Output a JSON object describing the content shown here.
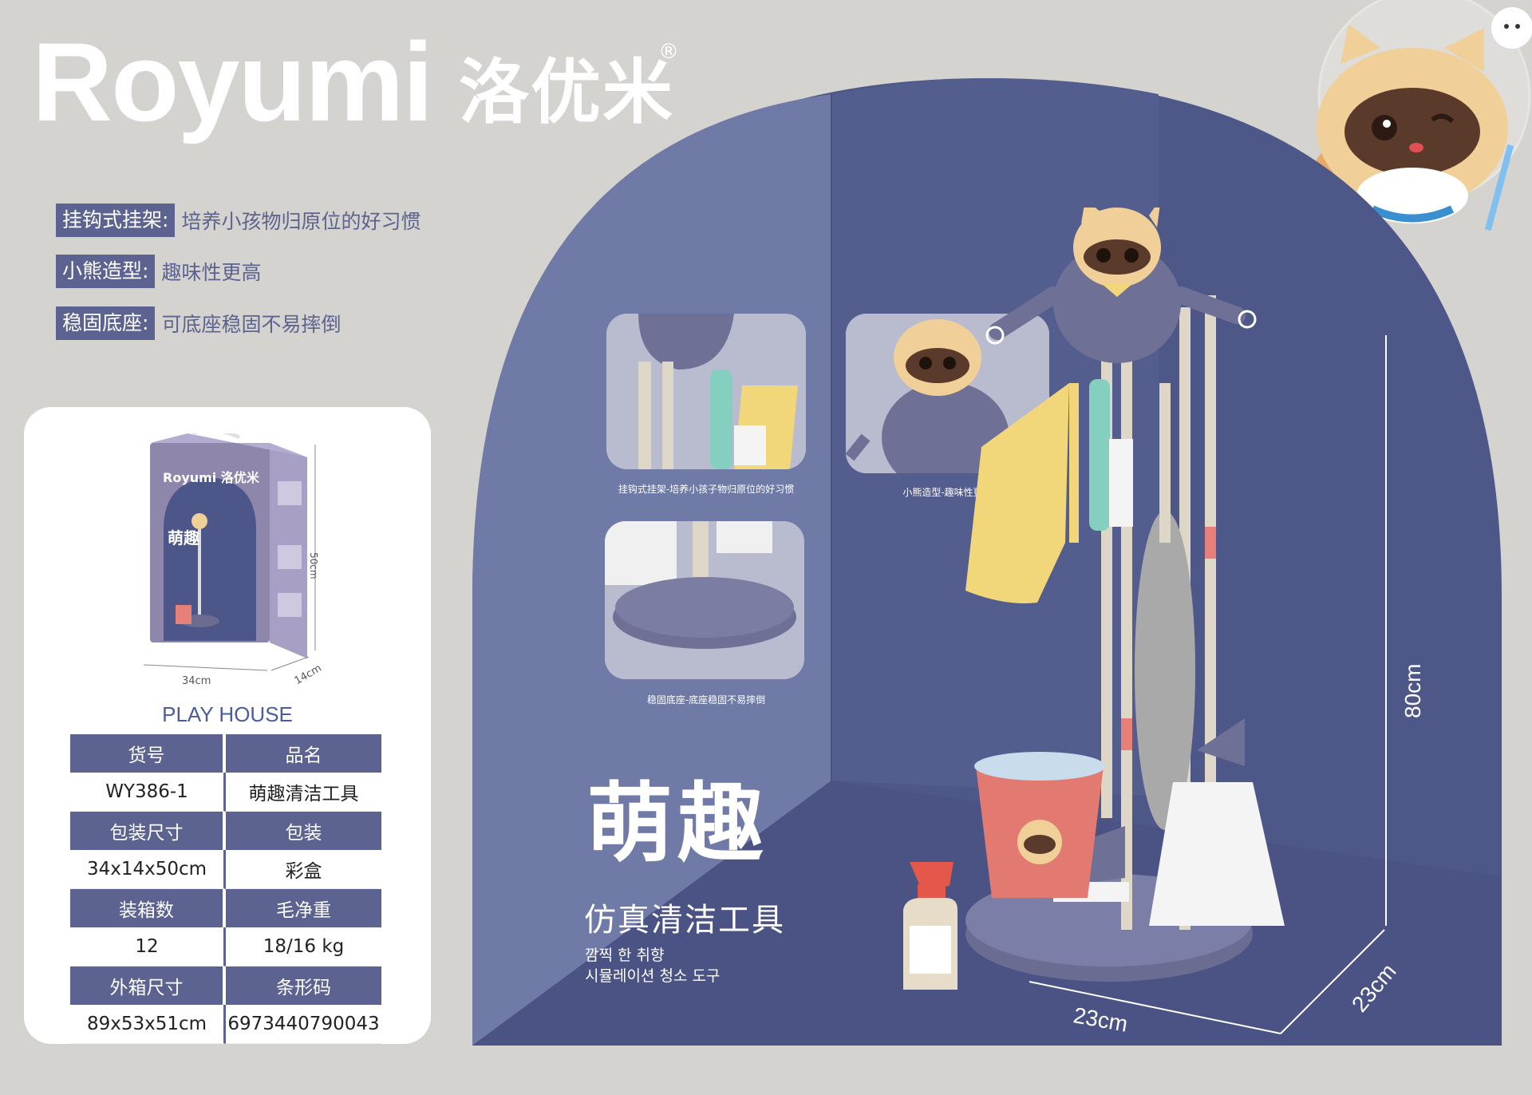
{
  "brand": {
    "name_en": "Royumi",
    "name_zh": "洛优米",
    "reg": "®"
  },
  "features": [
    {
      "tag": "挂钩式挂架:",
      "desc": "培养小孩物归原位的好习惯"
    },
    {
      "tag": "小熊造型:",
      "desc": "趣味性更高"
    },
    {
      "tag": "稳固底座:",
      "desc": "可底座稳固不易摔倒"
    }
  ],
  "package": {
    "brand_small": "Royumi 洛优米",
    "product_small": "萌趣",
    "dims": {
      "w": "34cm",
      "d": "14cm",
      "h": "50cm"
    }
  },
  "play_house": "PLAY HOUSE",
  "spec": [
    {
      "h1": "货号",
      "h2": "品名",
      "v1": "WY386-1",
      "v2": "萌趣清洁工具"
    },
    {
      "h1": "包装尺寸",
      "h2": "包装",
      "v1": "34x14x50cm",
      "v2": "彩盒"
    },
    {
      "h1": "装箱数",
      "h2": "毛净重",
      "v1": "12",
      "v2": "18/16 kg"
    },
    {
      "h1": "外箱尺寸",
      "h2": "条形码",
      "v1": "89x53x51cm",
      "v2": "6973440790043"
    }
  ],
  "captions": {
    "hook": "挂钩式挂架-培养小孩子物归原位的好习惯",
    "bear": "小熊造型-趣味性更高",
    "base": "稳固底座-底座稳固不易摔倒"
  },
  "title": {
    "main": "萌趣",
    "sub": "仿真清洁工具",
    "kr1": "깜찍 한 취향",
    "kr2": "시뮬레이션 청소 도구"
  },
  "dimensions": {
    "height": "80cm",
    "width": "23cm",
    "depth": "23cm"
  },
  "colors": {
    "bg": "#d4d3cf",
    "stage": "#545d8e",
    "accent": "#5d6390",
    "yellow": "#f2d67a",
    "pink": "#e8807a"
  }
}
